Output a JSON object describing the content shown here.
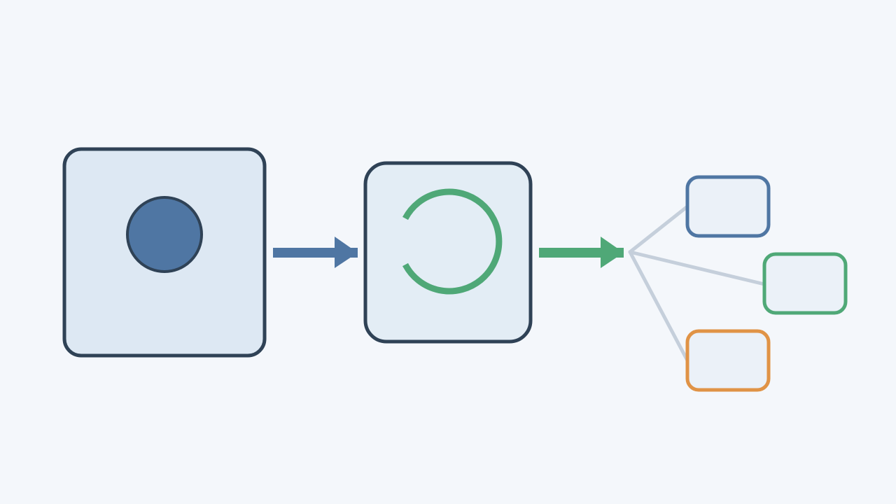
{
  "diagram": {
    "stages": [
      {
        "id": "source",
        "icon": "dot-icon"
      },
      {
        "id": "process",
        "icon": "loop-icon"
      },
      {
        "id": "outputs",
        "icon": "branch-icon"
      }
    ],
    "output_items": [
      {
        "id": "output-1",
        "accent": "#4f76a3"
      },
      {
        "id": "output-2",
        "accent": "#4fa877"
      },
      {
        "id": "output-3",
        "accent": "#e09346"
      }
    ]
  },
  "colors": {
    "background": "#f4f7fb",
    "box_stroke": "#2f4256",
    "source_fill": "#dde8f3",
    "process_fill": "#e3edf5",
    "dot_fill": "#4f76a3",
    "arrow_1": "#4f76a3",
    "arrow_2": "#4fa877",
    "loop": "#4fa877",
    "connector": "#c5cfdb",
    "output_fill": "#ebf1f8"
  }
}
